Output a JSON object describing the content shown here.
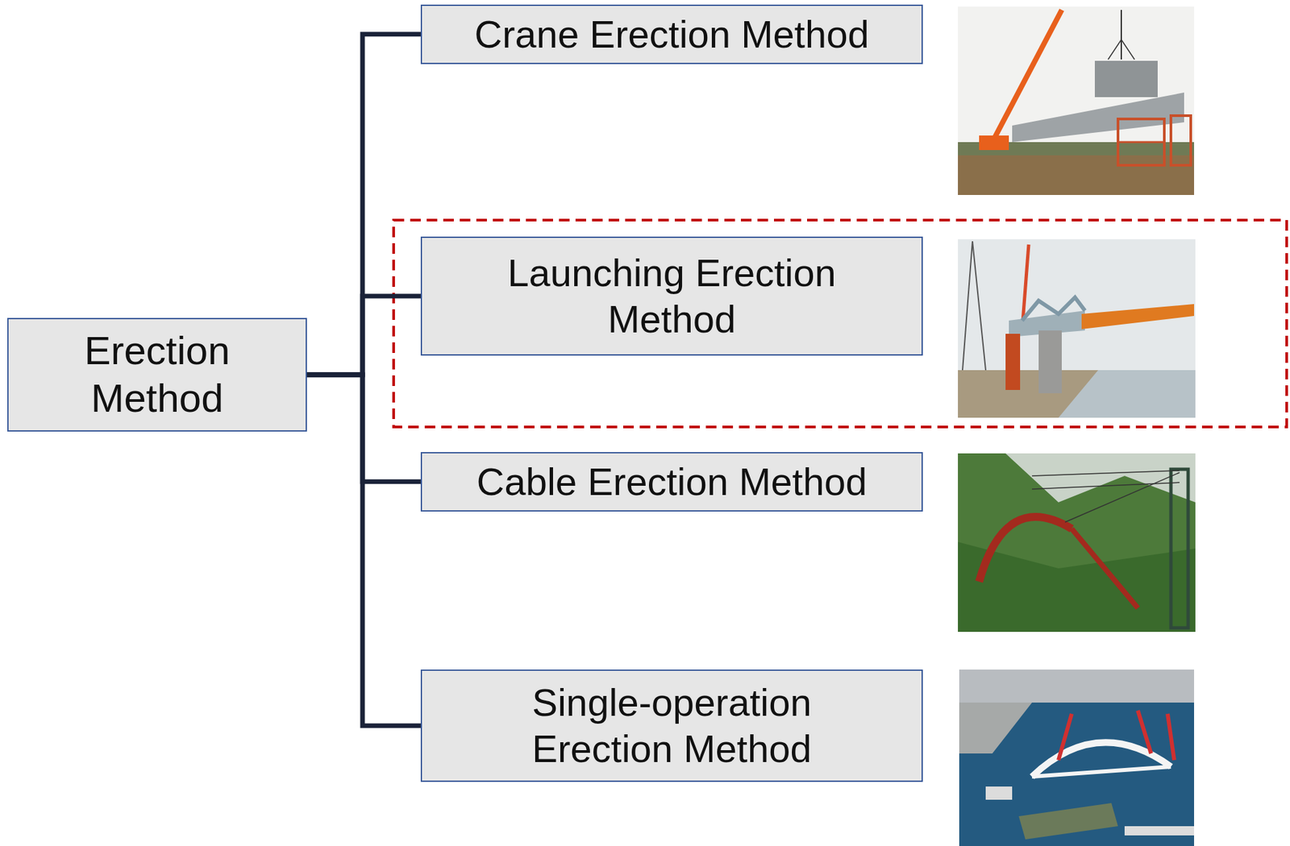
{
  "diagram": {
    "nodes": [
      {
        "text": [
          "Erection Method"
        ]
      },
      {
        "text": [
          "Crane Erection Method"
        ]
      },
      {
        "text": [
          "Launching Erection Method"
        ]
      },
      {
        "text": [
          "Cable Erection Method"
        ]
      },
      {
        "text": [
          "Single-operation Erection Method"
        ]
      }
    ],
    "edges": [
      {
        "from": 0,
        "to": 1,
        "arrow": "none"
      },
      {
        "from": 0,
        "to": 2,
        "arrow": "none"
      },
      {
        "from": 0,
        "to": 3,
        "arrow": "none"
      },
      {
        "from": 0,
        "to": 4,
        "arrow": "none"
      }
    ]
  }
}
